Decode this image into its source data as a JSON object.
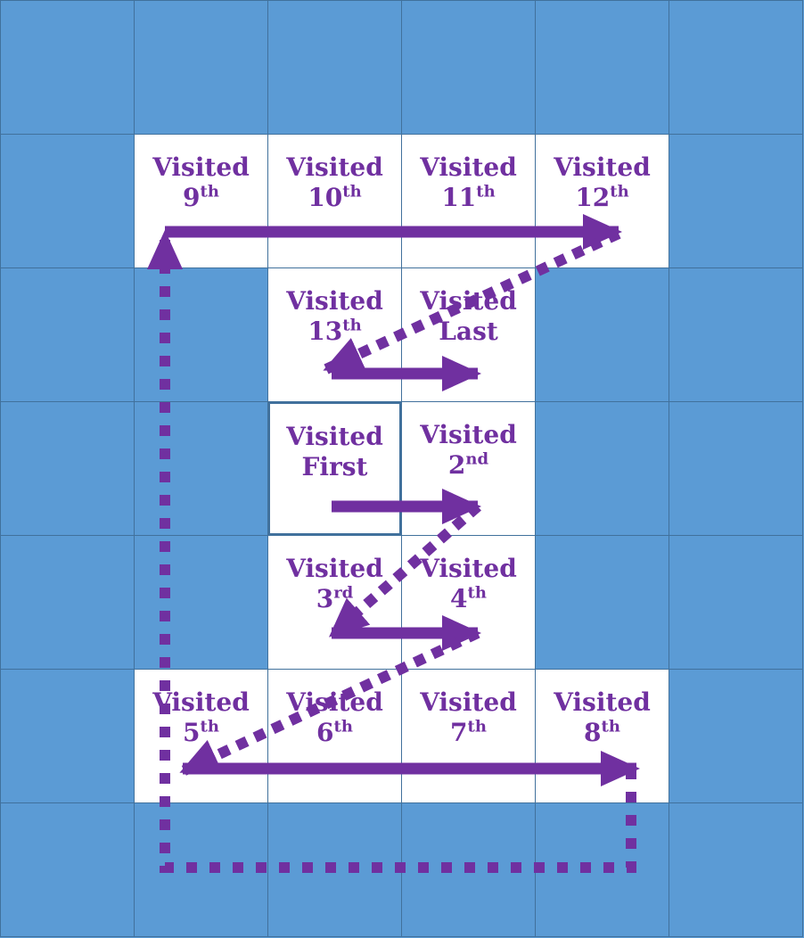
{
  "grid": {
    "rows": 7,
    "cols": 6
  },
  "colors": {
    "blue_cell": "#5b9bd5",
    "white_cell": "#ffffff",
    "cell_border": "#41719c",
    "arrow": "#7030a0",
    "label_text": "#7030a0"
  },
  "cells": [
    {
      "id": "visited-9th",
      "row": 1,
      "col": 1,
      "word": "Visited",
      "num": "9",
      "sup": "th"
    },
    {
      "id": "visited-10th",
      "row": 1,
      "col": 2,
      "word": "Visited",
      "num": "10",
      "sup": "th"
    },
    {
      "id": "visited-11th",
      "row": 1,
      "col": 3,
      "word": "Visited",
      "num": "11",
      "sup": "th"
    },
    {
      "id": "visited-12th",
      "row": 1,
      "col": 4,
      "word": "Visited",
      "num": "12",
      "sup": "th"
    },
    {
      "id": "visited-13th",
      "row": 2,
      "col": 2,
      "word": "Visited",
      "num": "13",
      "sup": "th"
    },
    {
      "id": "visited-last",
      "row": 2,
      "col": 3,
      "word": "Visited",
      "num": "Last",
      "sup": ""
    },
    {
      "id": "visited-first",
      "row": 3,
      "col": 2,
      "word": "Visited",
      "num": "First",
      "sup": "",
      "highlight": true
    },
    {
      "id": "visited-2nd",
      "row": 3,
      "col": 3,
      "word": "Visited",
      "num": "2",
      "sup": "nd"
    },
    {
      "id": "visited-3rd",
      "row": 4,
      "col": 2,
      "word": "Visited",
      "num": "3",
      "sup": "rd"
    },
    {
      "id": "visited-4th",
      "row": 4,
      "col": 3,
      "word": "Visited",
      "num": "4",
      "sup": "th"
    },
    {
      "id": "visited-5th",
      "row": 5,
      "col": 1,
      "word": "Visited",
      "num": "5",
      "sup": "th"
    },
    {
      "id": "visited-6th",
      "row": 5,
      "col": 2,
      "word": "Visited",
      "num": "6",
      "sup": "th"
    },
    {
      "id": "visited-7th",
      "row": 5,
      "col": 3,
      "word": "Visited",
      "num": "7",
      "sup": "th"
    },
    {
      "id": "visited-8th",
      "row": 5,
      "col": 4,
      "word": "Visited",
      "num": "8",
      "sup": "th"
    }
  ]
}
